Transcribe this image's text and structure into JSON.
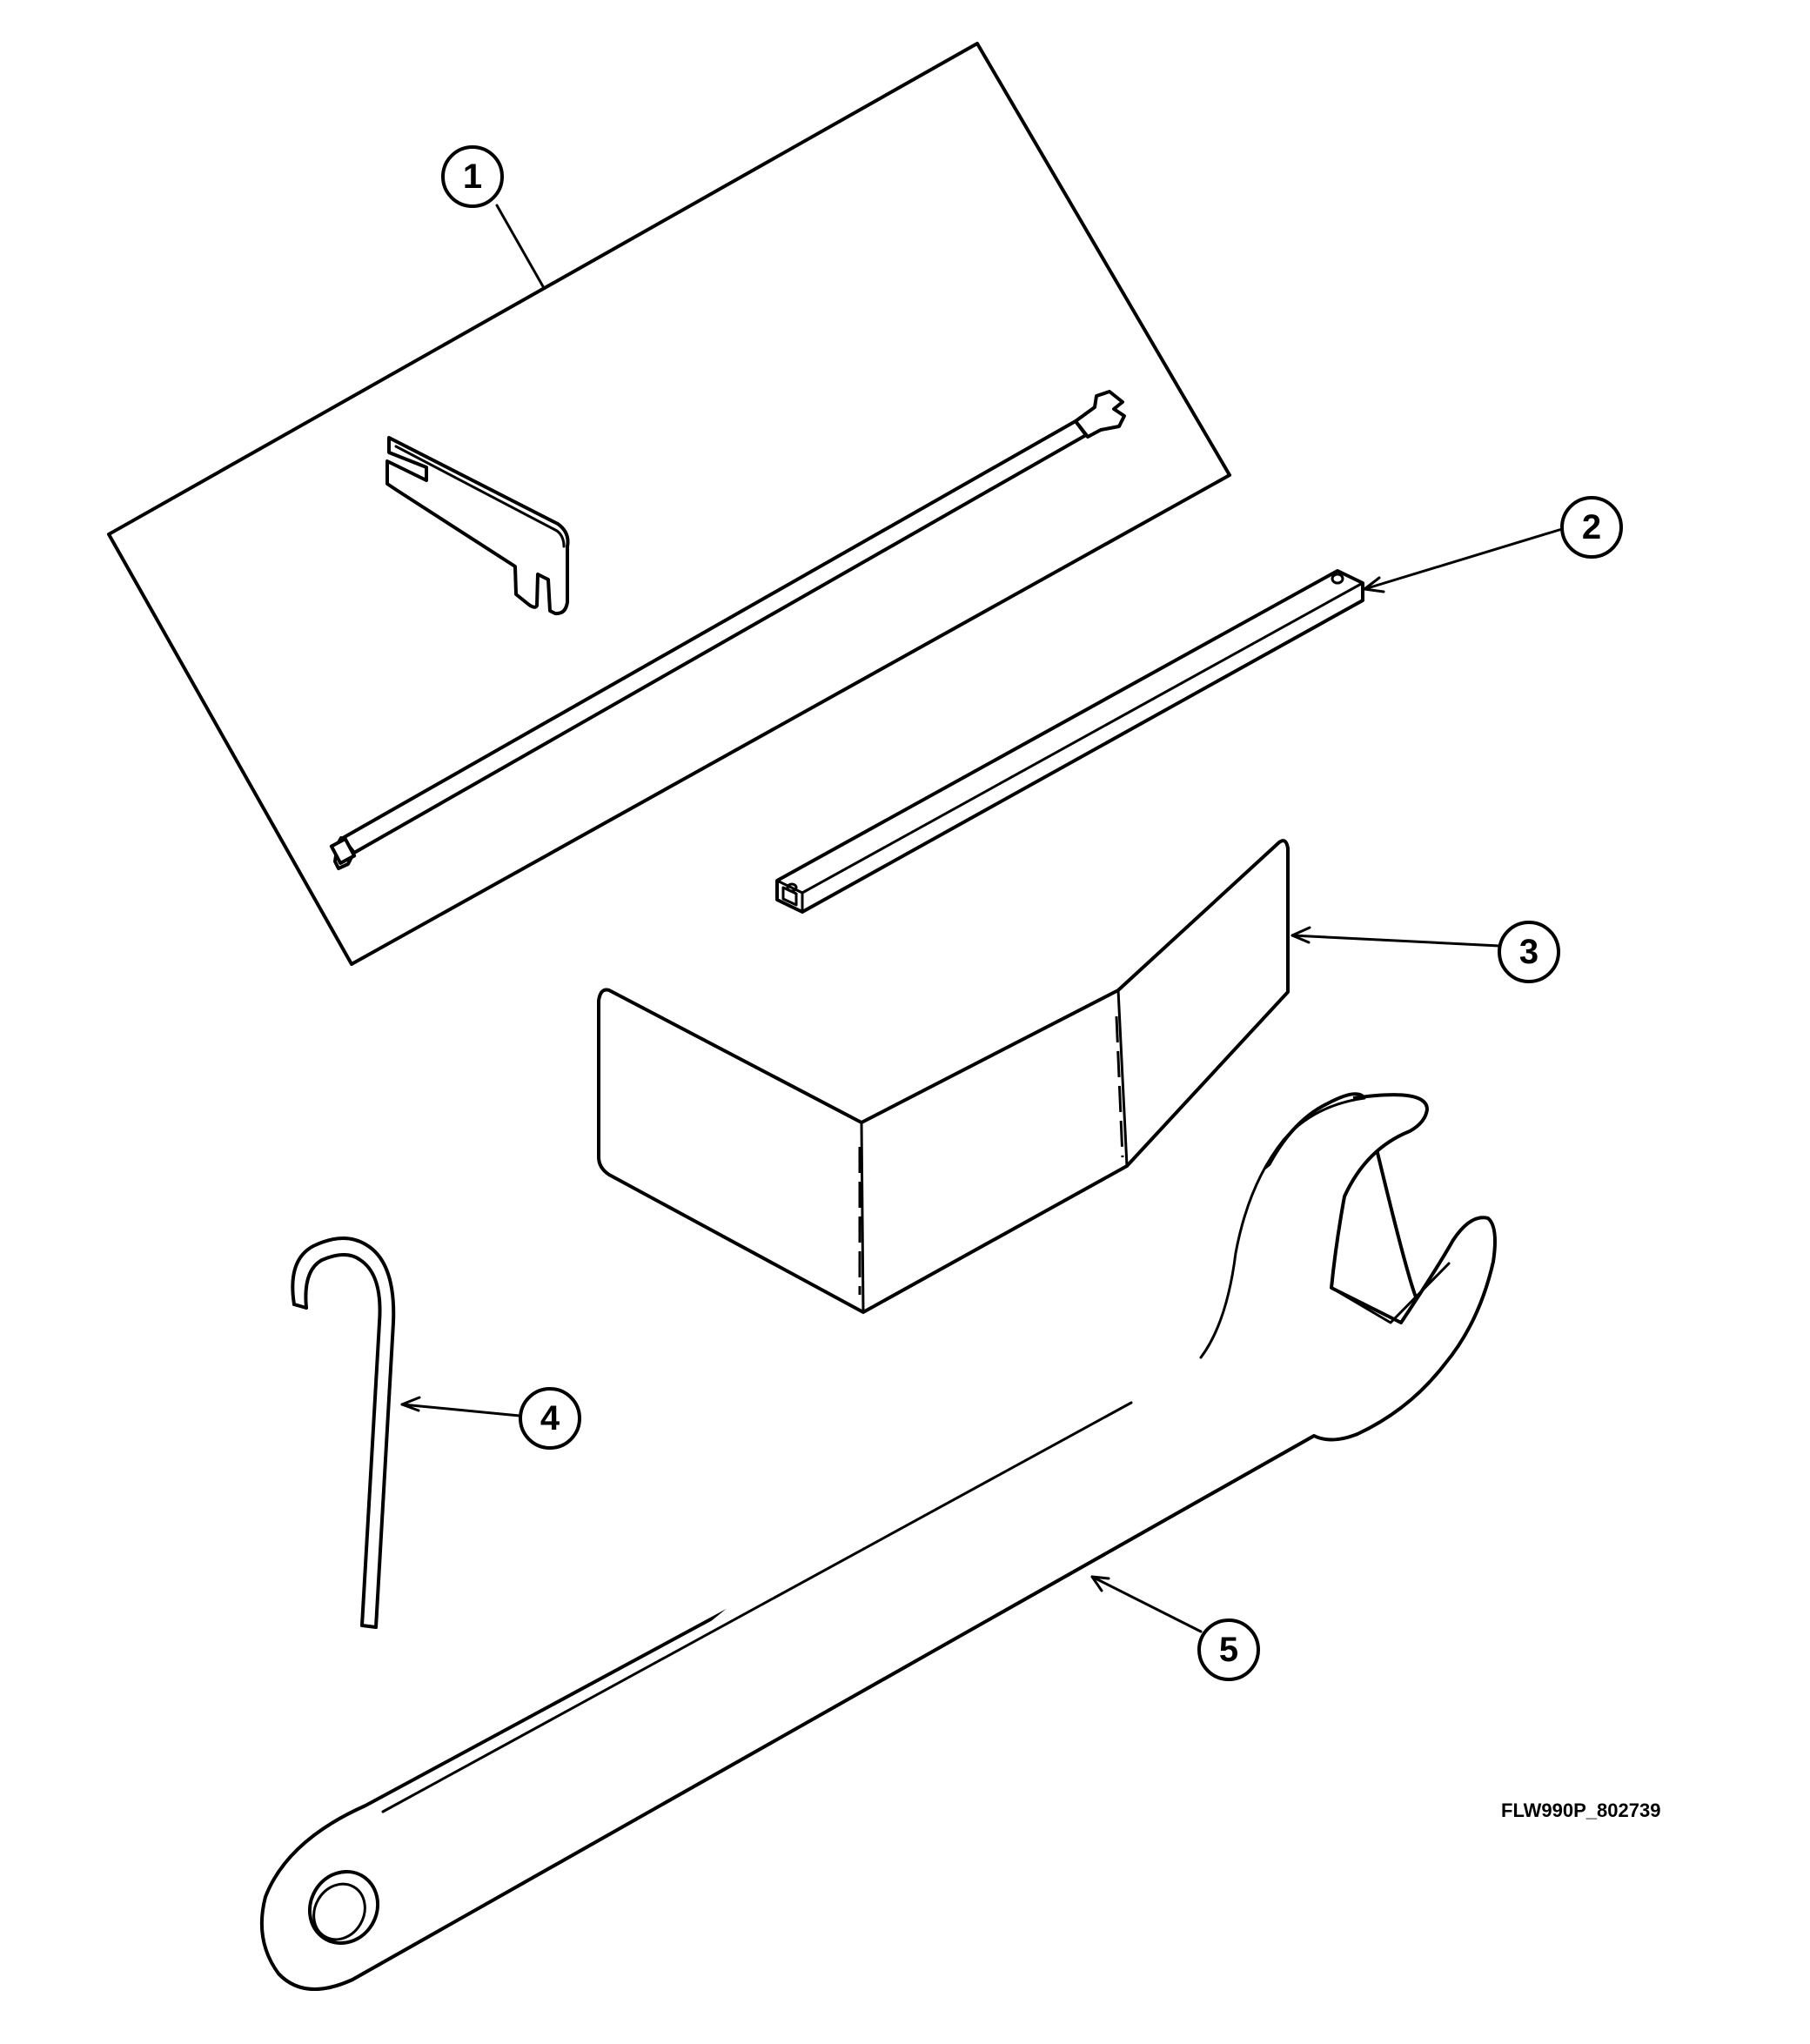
{
  "callouts": [
    {
      "label": "1",
      "part": "adjustment-tool-kit"
    },
    {
      "label": "2",
      "part": "square-drive-bar"
    },
    {
      "label": "3",
      "part": "bent-sheet-gauge"
    },
    {
      "label": "4",
      "part": "hook-rod"
    },
    {
      "label": "5",
      "part": "open-end-spanner-wrench"
    }
  ],
  "drawing_id": "FLW990P_802739"
}
